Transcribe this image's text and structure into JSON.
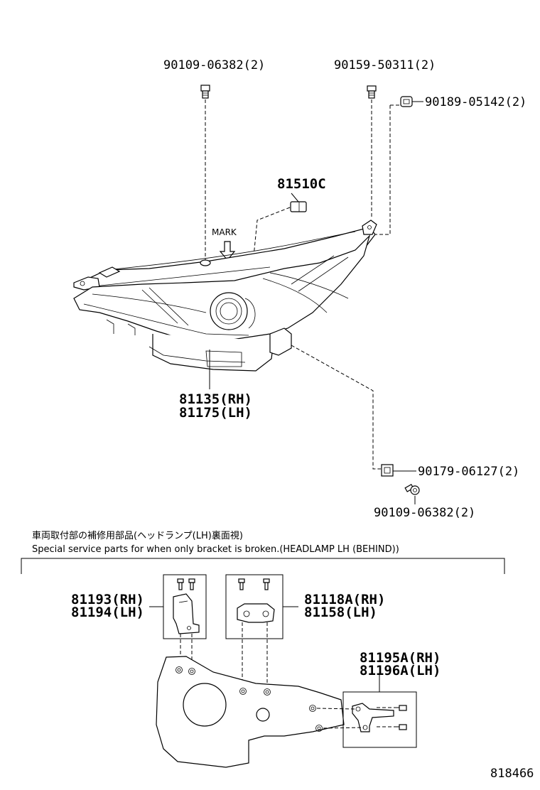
{
  "labels": {
    "bolt_top_left": "90109-06382(2)",
    "screw_top_right": "90159-50311(2)",
    "nut_top_right": "90189-05142(2)",
    "bulb": "81510C",
    "mark": "MARK",
    "headlamp_rh": "81135(RH)",
    "headlamp_lh": "81175(LH)",
    "clip_lower": "90179-06127(2)",
    "bolt_lower": "90109-06382(2)",
    "bracket_a_rh": "81193(RH)",
    "bracket_a_lh": "81194(LH)",
    "bracket_b_rh": "81118A(RH)",
    "bracket_b_lh": "81158(LH)",
    "bracket_c_rh": "81195A(RH)",
    "bracket_c_lh": "81196A(LH)",
    "diagram_id": "818466"
  },
  "notes": {
    "japanese": "車両取付部の補修用部品(ヘッドランプ(LH)裏面視)",
    "english": "Special service parts for when only bracket is broken.(HEADLAMP LH (BEHIND))"
  },
  "icons": [
    "bolt-icon",
    "screw-icon",
    "nut-icon",
    "bulb-icon",
    "arrow-down-icon",
    "clip-icon"
  ]
}
